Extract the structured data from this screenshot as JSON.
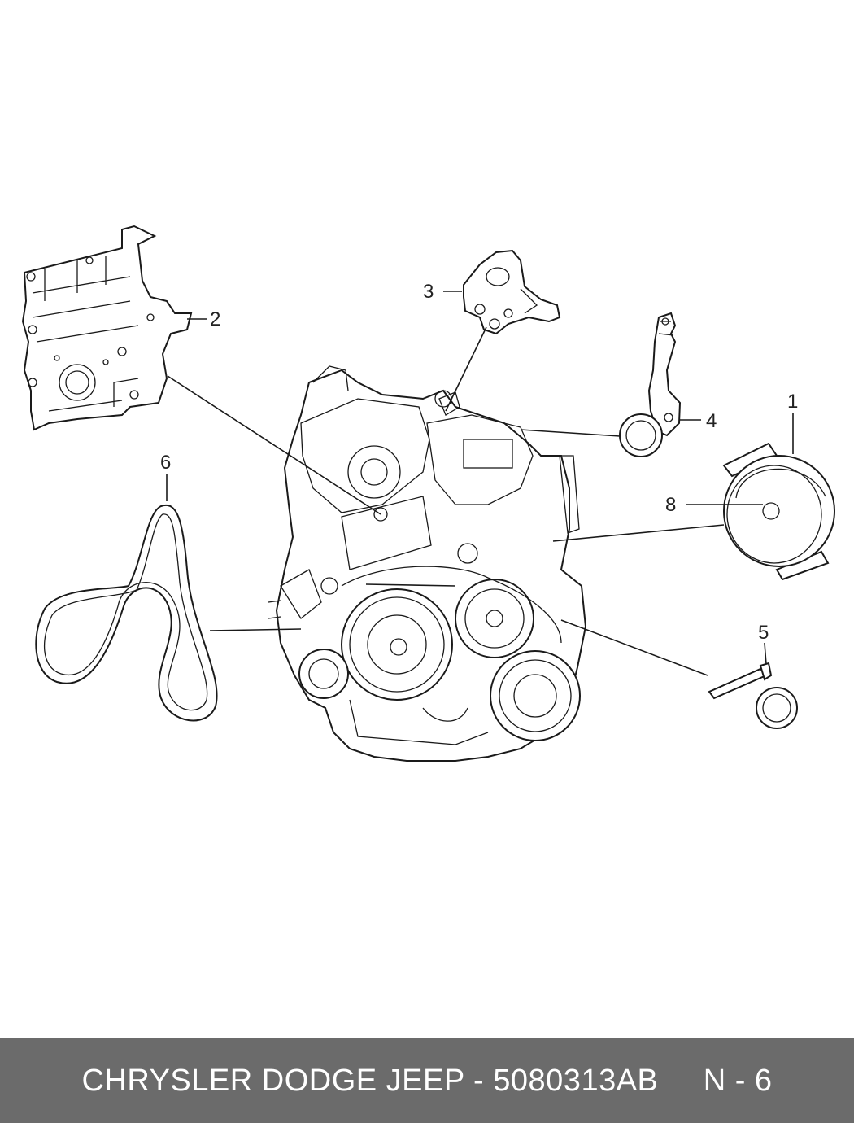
{
  "callouts": {
    "c1": "1",
    "c2": "2",
    "c3": "3",
    "c4": "4",
    "c5": "5",
    "c6": "6",
    "c8": "8"
  },
  "footer": {
    "brand_part": "CHRYSLER DODGE JEEP - 5080313AB",
    "page_ref": "N - 6"
  }
}
